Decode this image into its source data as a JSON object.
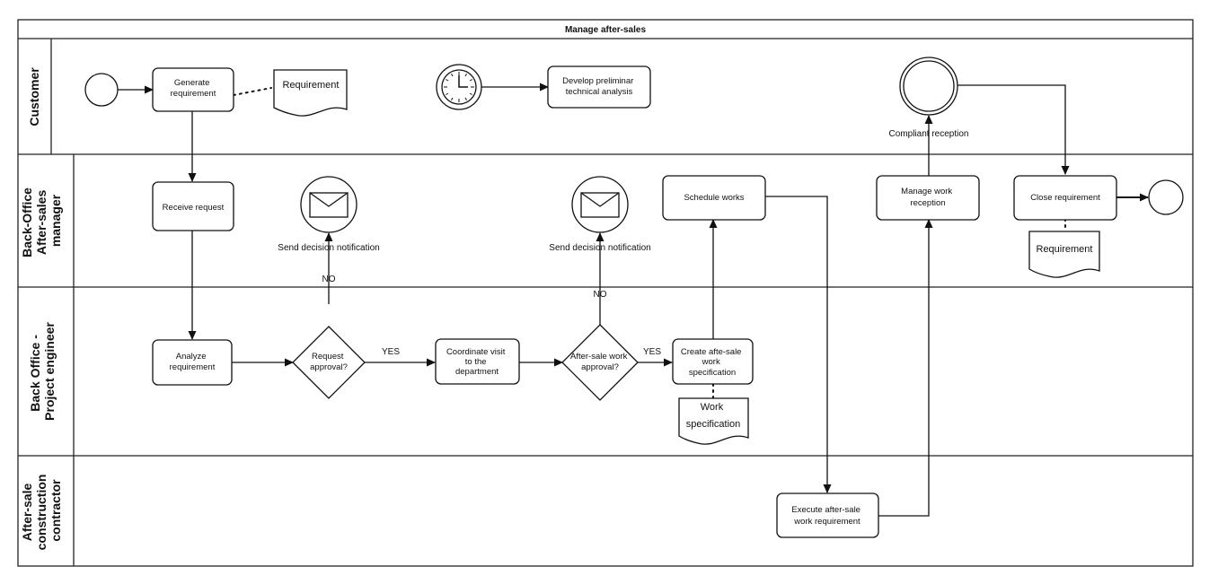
{
  "pool": {
    "title": "Manage after-sales"
  },
  "lanes": [
    {
      "id": "customer",
      "lines": [
        "Customer"
      ]
    },
    {
      "id": "after-sales-manager",
      "lines": [
        "Back-Office",
        "After-sales",
        "manager"
      ]
    },
    {
      "id": "project-engineer",
      "lines": [
        "Back Office -",
        "Project engineer"
      ]
    },
    {
      "id": "contractor",
      "lines": [
        "After-sale",
        "construction",
        "contractor"
      ]
    }
  ],
  "tasks": {
    "generate_requirement": [
      "Generate",
      "requirement"
    ],
    "develop_analysis": [
      "Develop preliminar",
      "technical analysis"
    ],
    "receive_request": [
      "Receive request"
    ],
    "schedule_works": [
      "Schedule works"
    ],
    "manage_reception": [
      "Manage work",
      "reception"
    ],
    "close_requirement": [
      "Close requirement"
    ],
    "analyze_requirement": [
      "Analyze",
      "requirement"
    ],
    "coordinate_visit": [
      "Coordinate visit",
      "to the",
      "department"
    ],
    "create_specification": [
      "Create afte-sale",
      "work",
      "specification"
    ],
    "execute_requirement": [
      "Execute after-sale",
      "work requirement"
    ]
  },
  "gateways": {
    "request_approval": [
      "Request",
      "approval?"
    ],
    "work_approval": [
      "After-sale work",
      "approval?"
    ]
  },
  "documents": {
    "requirement_1": [
      "Requirement"
    ],
    "requirement_2": [
      "Requirement"
    ],
    "work_spec": [
      "Work",
      "specification"
    ]
  },
  "events": {
    "decision_notification_1": "Send decision notification",
    "decision_notification_2": "Send decision notification",
    "compliant_reception": "Compliant reception"
  },
  "flow_labels": {
    "yes_1": "YES",
    "yes_2": "YES",
    "no_1": "NO",
    "no_2": "NO"
  }
}
